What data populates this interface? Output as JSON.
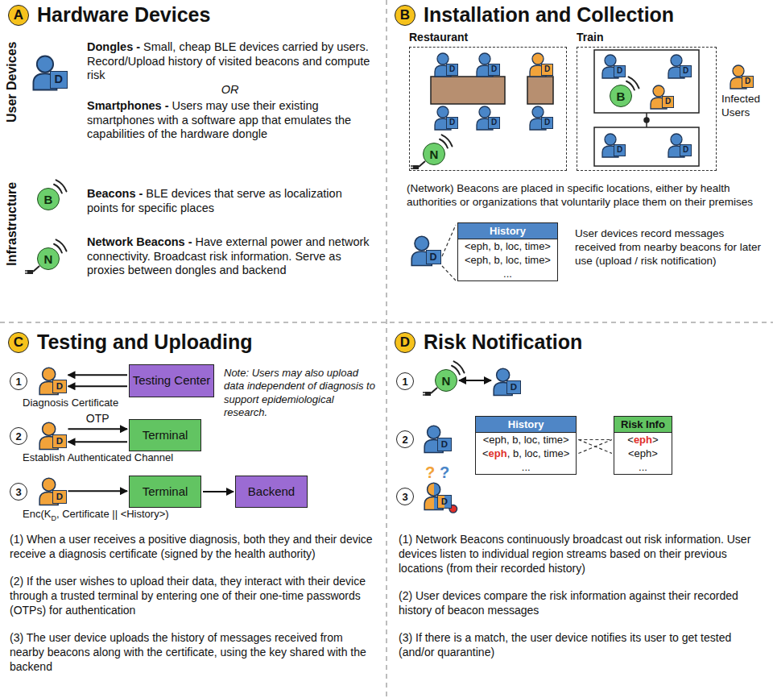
{
  "diagram": {
    "nodes": [
      {
        "text": [
          "A",
          "Hardware Devices"
        ]
      },
      {
        "text": [
          "D"
        ]
      },
      {
        "text": [
          "B"
        ]
      },
      {
        "text": [
          "N"
        ]
      },
      {
        "text": [
          "B",
          "Installation and Collection"
        ]
      },
      {
        "text": [
          "Restaurant"
        ]
      },
      {
        "text": [
          "D"
        ],
        "in": 5
      },
      {
        "text": [
          "D"
        ],
        "in": 5
      },
      {
        "text": [
          "D"
        ],
        "in": 5
      },
      {
        "text": [
          "D"
        ],
        "in": 5
      },
      {
        "text": [
          "D"
        ],
        "in": 5
      },
      {
        "text": [
          "D"
        ],
        "in": 5
      },
      {
        "text": [
          "N"
        ],
        "in": 5
      },
      {
        "text": [
          "Train"
        ]
      },
      {
        "text": [
          "D"
        ],
        "in": 13
      },
      {
        "text": [
          "D"
        ],
        "in": 13
      },
      {
        "text": [
          "B"
        ],
        "in": 13
      },
      {
        "text": [
          "D"
        ],
        "in": 13
      },
      {
        "text": [
          "D"
        ],
        "in": 13
      },
      {
        "text": [
          "D"
        ],
        "in": 13
      },
      {
        "text": [
          "D"
        ]
      },
      {
        "text": [
          "D"
        ]
      },
      {
        "text": [
          "History",
          "<eph, b, loc, time>",
          "<eph, b, loc, time>",
          "..."
        ]
      },
      {
        "text": [
          "C",
          "Testing and Uploading"
        ]
      },
      {
        "text": [
          "1"
        ]
      },
      {
        "text": [
          "D"
        ]
      },
      {
        "text": [
          "Testing Center"
        ]
      },
      {
        "text": [
          "2"
        ]
      },
      {
        "text": [
          "D"
        ]
      },
      {
        "text": [
          "Terminal"
        ]
      },
      {
        "text": [
          "3"
        ]
      },
      {
        "text": [
          "D"
        ]
      },
      {
        "text": [
          "Terminal"
        ]
      },
      {
        "text": [
          "Backend"
        ]
      },
      {
        "text": [
          "D",
          "Risk Notification"
        ]
      },
      {
        "text": [
          "1"
        ]
      },
      {
        "text": [
          "N"
        ]
      },
      {
        "text": [
          "D"
        ]
      },
      {
        "text": [
          "2"
        ]
      },
      {
        "text": [
          "D"
        ]
      },
      {
        "text": [
          "History",
          "<eph, b, loc, time>",
          "<",
          "eph",
          ", b, loc, time>",
          "..."
        ]
      },
      {
        "text": [
          "Risk Info",
          "<",
          "eph",
          ">",
          "<eph>",
          "..."
        ]
      },
      {
        "text": [
          "3"
        ]
      },
      {
        "text": [
          "D"
        ]
      }
    ],
    "edges": [
      {
        "from": 26,
        "to": 25,
        "arrow": "to"
      },
      {
        "from": 26,
        "to": 25,
        "arrow": "to"
      },
      {
        "from": 28,
        "to": 29,
        "arrow": "to",
        "label": "OTP"
      },
      {
        "from": 29,
        "to": 28,
        "arrow": "to"
      },
      {
        "from": 31,
        "to": 32,
        "arrow": "to"
      },
      {
        "from": 32,
        "to": 33,
        "arrow": "to"
      },
      {
        "from": 36,
        "to": 37,
        "arrow": "both"
      },
      {
        "from": 40,
        "to": 41,
        "arrow": "none"
      },
      {
        "from": 40,
        "to": 41,
        "arrow": "none"
      },
      {
        "from": 40,
        "to": 41,
        "arrow": "none"
      }
    ],
    "labels": [
      "User Devices",
      "Dongles -",
      "Small, cheap BLE devices carried by users. Record/Upload history of visited beacons and compute risk",
      "OR",
      "Smartphones -",
      "Users may use their existing smartphones with a software app that emulates the capabilities of the hardware dongle",
      "Infrastructure",
      "Beacons -",
      "BLE devices that serve as localization points for specific places",
      "Network Beacons -",
      "Have external power and network connectivity. Broadcast risk information. Serve as proxies between dongles and backend",
      "Infected Users",
      "(Network) Beacons are placed in specific locations, either by health authorities or organizations that voluntarily place them on their premises",
      "User devices record messages received from nearby beacons for later use (upload / risk notification)",
      "Diagnosis Certificate",
      "Note: Users may also upload data independent of diagnosis to support epidemiological research.",
      "Establish Authenticated Channel",
      "Enc(K",
      "D",
      ", Certificate || <History>)",
      "(1) When a user receives a positive diagnosis, both they and their device receive a diagnosis certificate (signed by the health authority)",
      "(2) If the user wishes to upload their data, they interact with their device through a trusted terminal by entering one of their one-time passwords (OTPs) for authentication",
      "(3) The user device uploads the history of messages received from nearby beacons along with the certificate, using the key shared with the backend",
      "?",
      "?",
      "(1) Network Beacons continuously broadcast out risk information. User devices listen to individual region streams based on their previous locations (from their recorded history)",
      "(2) User devices compare the risk information against their recorded history of beacon messages",
      "(3) If there is a match, the user device notifies its user to get tested (and/or quarantine)"
    ]
  }
}
